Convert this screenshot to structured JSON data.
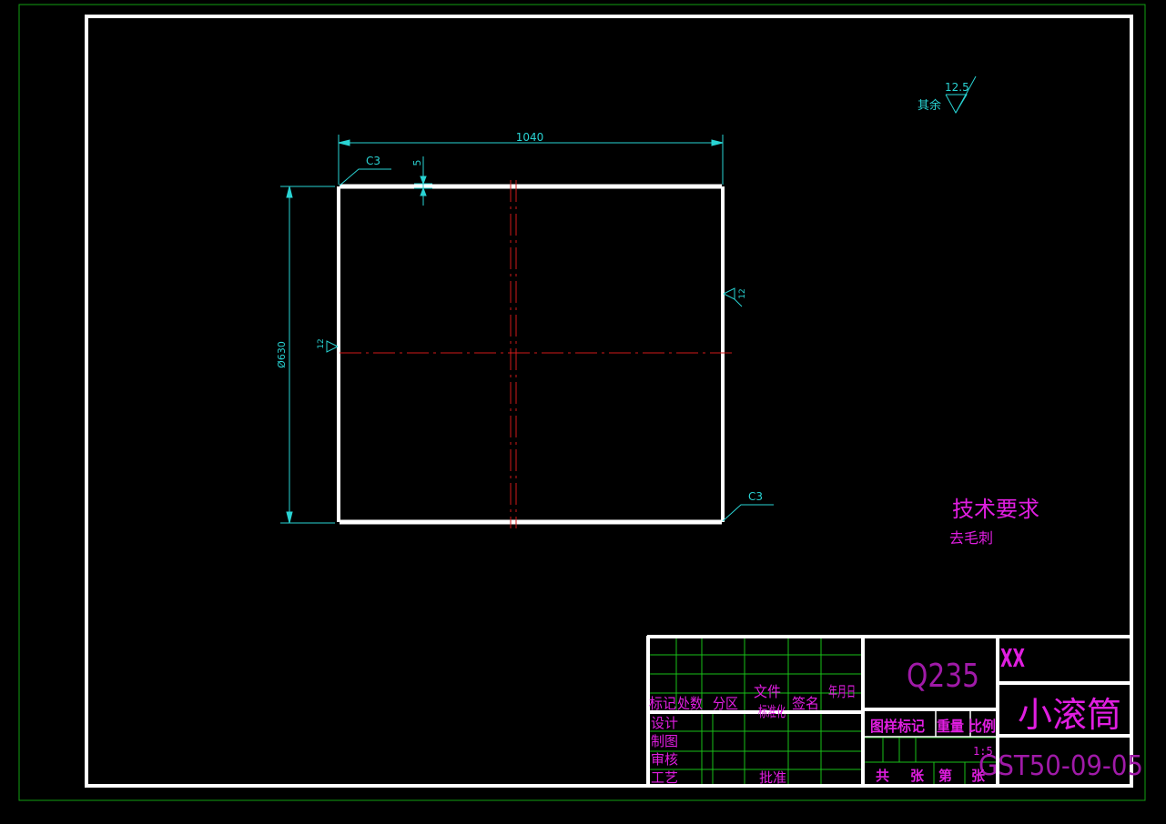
{
  "colors": {
    "background": "#000000",
    "frame": "#ffffff",
    "outer_border": "#12a012",
    "dimension": "#29d3d3",
    "centerline": "#d11a1a",
    "text": "#e01ee0",
    "grid": "#18c018"
  },
  "dimensions": {
    "length": "1040",
    "diameter": "Ø630",
    "chamfer_top": "C3",
    "chamfer_bottom": "C3",
    "wall": "5",
    "roughness_left": "12",
    "roughness_right": "12"
  },
  "roughness_note": {
    "label": "其余",
    "value": "12.5"
  },
  "tech_requirements": {
    "title": "技术要求",
    "item": "去毛刺"
  },
  "title_block": {
    "material": "Q235",
    "company": "XX",
    "part_name": "小滚筒",
    "drawing_number": "GST50-09-05",
    "scale": "1:5",
    "header_row": {
      "mark": "标记",
      "count": "处数",
      "zone": "分区",
      "file_no": "文件",
      "standardize": "标准化",
      "sign": "签名",
      "date": "年月日"
    },
    "roles": [
      "设计",
      "制图",
      "审核",
      "工艺"
    ],
    "approve": "批准",
    "stage_mark": "图样标记",
    "weight": "重量",
    "ratio": "比例",
    "sheets_total": "共",
    "sheet_unit_1": "张",
    "sheet_no": "第",
    "sheet_unit_2": "张"
  }
}
